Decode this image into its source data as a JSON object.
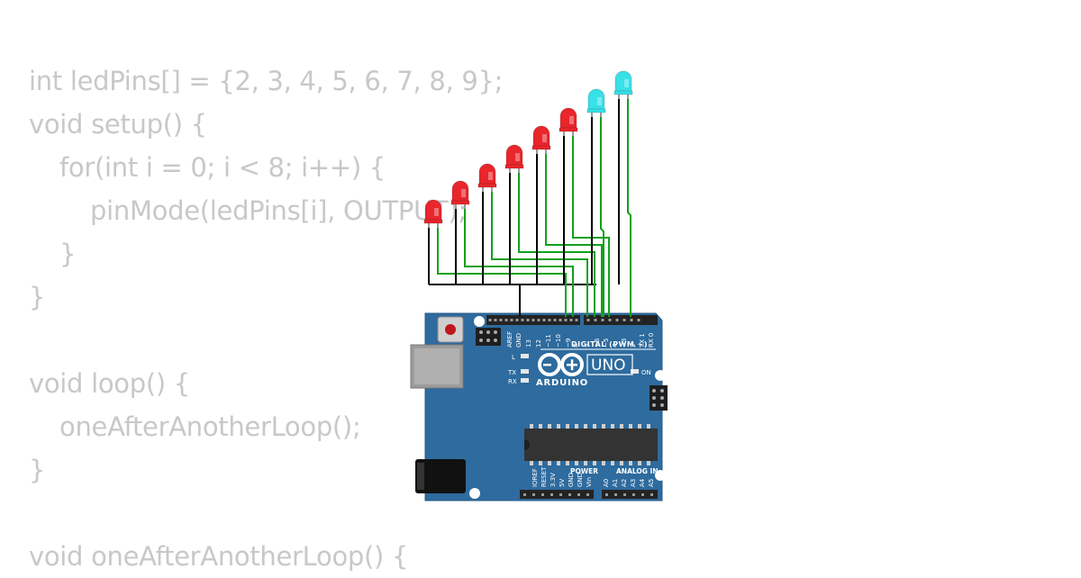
{
  "code": {
    "lines": [
      {
        "text": "int ledPins[] = {2, 3, 4, 5, 6, 7, 8, 9};",
        "indent": 0
      },
      {
        "text": "void setup() {",
        "indent": 0
      },
      {
        "text": "for(int i = 0; i < 8; i++) {",
        "indent": 1
      },
      {
        "text": "pinMode(ledPins[i], OUTPUT);",
        "indent": 2
      },
      {
        "text": "}",
        "indent": 1
      },
      {
        "text": "}",
        "indent": 0
      },
      {
        "text": "",
        "indent": 0
      },
      {
        "text": "void loop() {",
        "indent": 0
      },
      {
        "text": "oneAfterAnotherLoop();",
        "indent": 1
      },
      {
        "text": "}",
        "indent": 0
      },
      {
        "text": "",
        "indent": 0
      },
      {
        "text": "void oneAfterAnotherLoop() {",
        "indent": 0
      }
    ]
  },
  "board": {
    "logo_text": "ARDUINO",
    "model": "UNO",
    "digital_label": "DIGITAL (PWM ~)",
    "power_label": "POWER",
    "analog_label": "ANALOG IN",
    "led_l": "L",
    "led_tx": "TX",
    "led_rx": "RX",
    "led_on": "ON",
    "digital_pin_labels": [
      "AREF",
      "GND",
      "13",
      "12",
      "~11",
      "~10",
      "~9",
      "8",
      "7",
      "~6",
      "~5",
      "4",
      "~3",
      "2",
      "TX 1",
      "RX 0"
    ],
    "power_pin_labels": [
      "IOREF",
      "RESET",
      "3.3V",
      "5V",
      "GND",
      "GND",
      "Vin"
    ],
    "analog_pin_labels": [
      "A0",
      "A1",
      "A2",
      "A3",
      "A4",
      "A5"
    ]
  },
  "leds": [
    {
      "color": "red"
    },
    {
      "color": "red"
    },
    {
      "color": "red"
    },
    {
      "color": "red"
    },
    {
      "color": "red"
    },
    {
      "color": "red"
    },
    {
      "color": "cyan"
    },
    {
      "color": "cyan"
    }
  ],
  "colors": {
    "code_text": "#c8c8c8",
    "board": "#2e6b9e",
    "board_edge": "#245a86",
    "wire_signal": "#11a11a",
    "wire_ground": "#000000",
    "led_red": "#e8262b",
    "led_cyan": "#38e0e8"
  }
}
